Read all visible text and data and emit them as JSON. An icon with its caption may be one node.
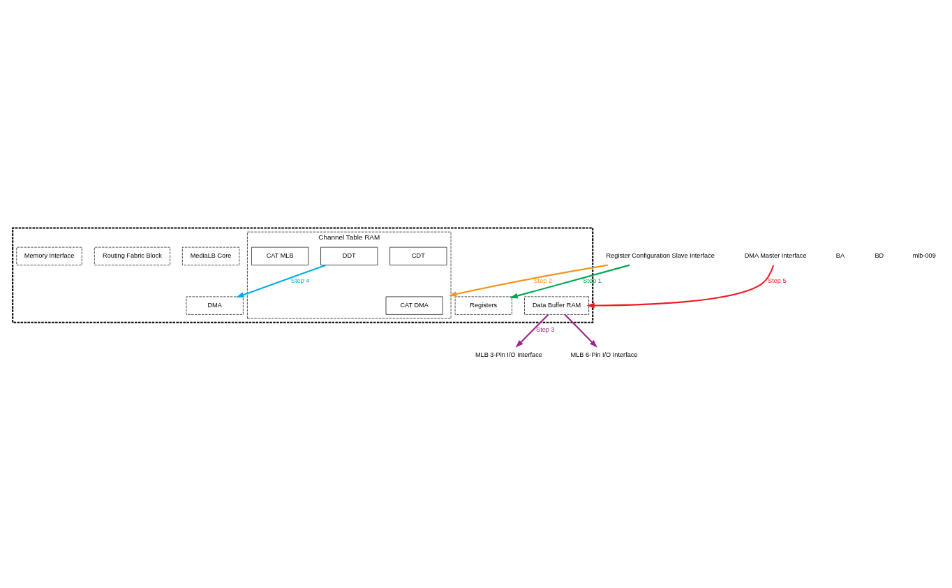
{
  "diagram": {
    "nodes": [
      {
        "text": [],
        "shape": "box"
      },
      {
        "text": [
          "Channel Table RAM"
        ],
        "in": 0
      },
      {
        "text": [
          "CDT"
        ],
        "in": 1
      },
      {
        "text": [
          "DDT"
        ],
        "in": 1
      },
      {
        "text": [
          "CAT MLB"
        ],
        "in": 1
      },
      {
        "text": [
          "CAT DMA"
        ],
        "in": 1
      },
      {
        "text": [
          "Data Buffer RAM"
        ],
        "in": 0
      },
      {
        "text": [
          "MediaLB Core"
        ],
        "in": 0
      },
      {
        "text": [
          "Routing Fabric Block"
        ],
        "in": 0
      },
      {
        "text": [
          "DMA"
        ],
        "in": 0
      },
      {
        "text": [
          "Memory Interface"
        ],
        "in": 0
      },
      {
        "text": [
          "Registers"
        ],
        "in": 0
      },
      {
        "text": [
          "DMA Master Interface"
        ]
      },
      {
        "text": [
          "Register Configuration Slave Interface"
        ]
      },
      {
        "text": [
          "MLB 3-Pin I/O Interface"
        ]
      },
      {
        "text": [
          "MLB 6-Pin I/O Interface"
        ]
      }
    ],
    "edges": [
      {
        "from": 13,
        "to": 11,
        "arrow": "to",
        "label": "Step 1",
        "color": "#00a651"
      },
      {
        "from": 13,
        "to": 1,
        "arrow": "to",
        "label": "Step 2",
        "color": "#f7941d"
      },
      {
        "from": 6,
        "to": 14,
        "arrow": "to",
        "label": "Step 3",
        "color": "#a3238e"
      },
      {
        "from": 6,
        "to": 15,
        "arrow": "to",
        "color": "#a3238e"
      },
      {
        "from": 3,
        "to": 9,
        "arrow": "to",
        "label": "Step 4",
        "color": "#00aeef"
      },
      {
        "from": 12,
        "to": 6,
        "arrow": "to",
        "label": "Step 5",
        "color": "#ed1c24"
      }
    ],
    "labels": [
      "BA",
      "BD",
      "mlb-009"
    ]
  }
}
